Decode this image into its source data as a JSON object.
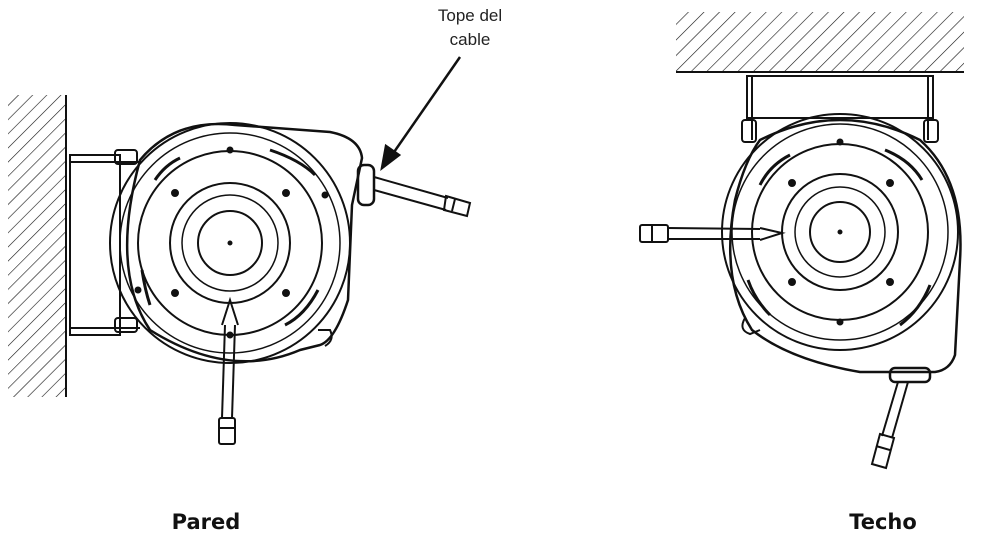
{
  "callout": {
    "line1": "Tope del",
    "line2": "cable"
  },
  "captions": {
    "wall": "Pared",
    "ceiling": "Techo"
  },
  "colors": {
    "line": "#111111",
    "text": "#222222"
  }
}
